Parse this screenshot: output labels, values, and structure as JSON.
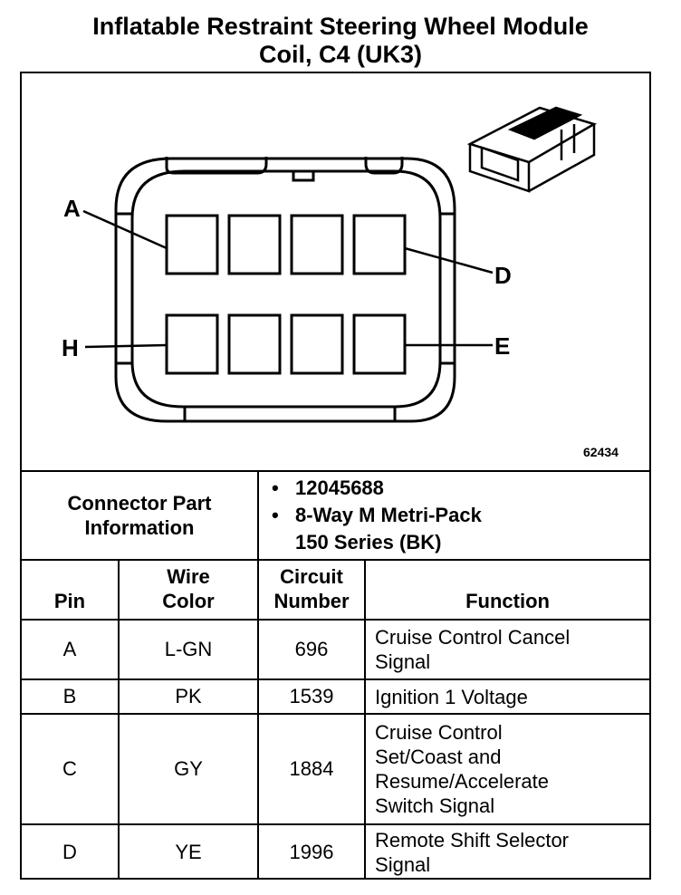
{
  "title": {
    "line1": "Inflatable Restraint Steering Wheel Module",
    "line2": "Coil, C4 (UK3)"
  },
  "diagram": {
    "figure_number": "62434",
    "pin_labels": {
      "a": "A",
      "d": "D",
      "h": "H",
      "e": "E"
    }
  },
  "connector_info": {
    "label_line1": "Connector Part",
    "label_line2": "Information",
    "bullet": "•",
    "item1": "12045688",
    "item2_line1": "8-Way M Metri-Pack",
    "item2_line2": "150 Series (BK)"
  },
  "table": {
    "headers": {
      "pin": "Pin",
      "wire_color_1": "Wire",
      "wire_color_2": "Color",
      "circuit_1": "Circuit",
      "circuit_2": "Number",
      "function": "Function"
    },
    "rows": [
      {
        "pin": "A",
        "wire": "L-GN",
        "circuit": "696",
        "function_lines": [
          "Cruise Control Cancel",
          "Signal"
        ]
      },
      {
        "pin": "B",
        "wire": "PK",
        "circuit": "1539",
        "function_lines": [
          "Ignition 1 Voltage"
        ]
      },
      {
        "pin": "C",
        "wire": "GY",
        "circuit": "1884",
        "function_lines": [
          "Cruise Control",
          "Set/Coast and",
          "Resume/Accelerate",
          "Switch Signal"
        ]
      },
      {
        "pin": "D",
        "wire": "YE",
        "circuit": "1996",
        "function_lines": [
          "Remote Shift Selector",
          "Signal"
        ]
      }
    ]
  }
}
